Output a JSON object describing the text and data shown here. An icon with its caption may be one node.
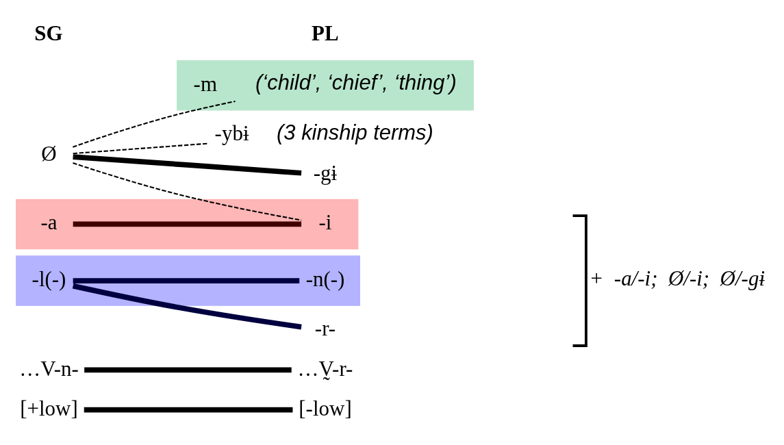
{
  "diagram": {
    "nodes": [
      {
        "text": [],
        "shape": "band"
      },
      {
        "text": [
          "-a"
        ],
        "in": 0
      },
      {
        "text": [
          "-i"
        ],
        "in": 0
      },
      {
        "text": [
          "Ø"
        ]
      },
      {
        "text": [
          "-gɨ"
        ]
      },
      {
        "text": [
          "-ybɨ"
        ],
        "beside": [
          "(3 kinship terms)"
        ]
      },
      {
        "text": [],
        "shape": "band"
      },
      {
        "text": [
          "-m"
        ],
        "in": 6,
        "beside": [
          "(‘child’, ‘chief’, ‘thing’)"
        ]
      },
      {
        "text": [],
        "shape": "band"
      },
      {
        "text": [
          "-l(-)"
        ],
        "in": 8
      },
      {
        "text": [
          "-r-"
        ]
      },
      {
        "text": [
          "-n(-)"
        ],
        "in": 8
      },
      {
        "text": [
          "…V-n-"
        ]
      },
      {
        "text": [
          "…V̰-r-"
        ]
      },
      {
        "text": [
          "[+low]"
        ]
      },
      {
        "text": [
          "[-low]"
        ]
      }
    ],
    "edges": [
      {
        "from": 1,
        "to": 2,
        "arrow": "none",
        "color": "#400000"
      },
      {
        "from": 3,
        "to": 2,
        "arrow": "none",
        "style": "dashed"
      },
      {
        "from": 3,
        "to": 4,
        "arrow": "none"
      },
      {
        "from": 3,
        "to": 5,
        "arrow": "none",
        "style": "dashed"
      },
      {
        "from": 3,
        "to": 7,
        "arrow": "none",
        "style": "dashed"
      },
      {
        "from": 9,
        "to": 10,
        "arrow": "none",
        "color": "#000040"
      },
      {
        "from": 9,
        "to": 11,
        "arrow": "none",
        "color": "#000040"
      },
      {
        "from": 12,
        "to": 13,
        "arrow": "none"
      },
      {
        "from": 14,
        "to": 15,
        "arrow": "none"
      }
    ],
    "labels": [
      "SG",
      "PL",
      "+  -a/-i;  Ø/-i;  Ø/-gɨ"
    ]
  }
}
